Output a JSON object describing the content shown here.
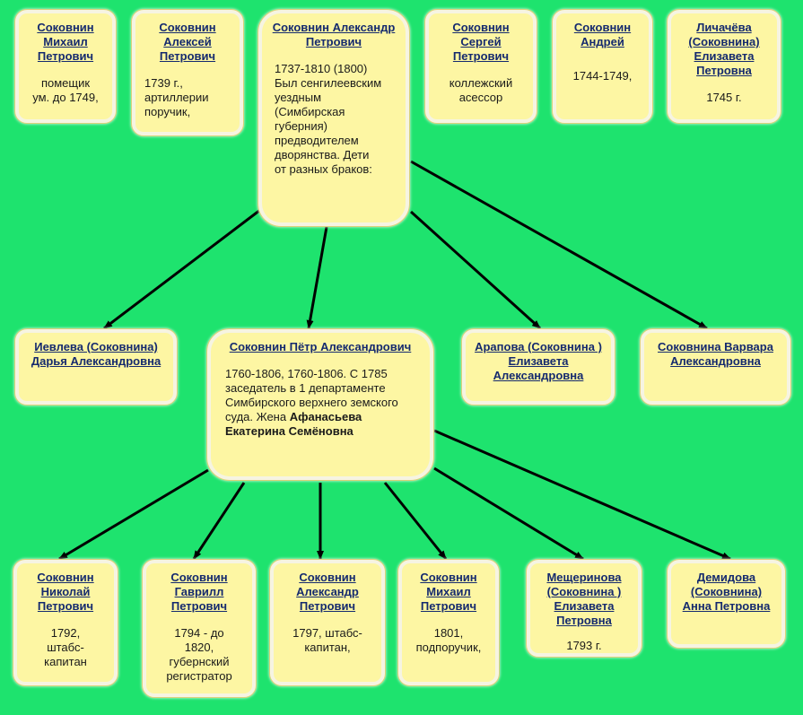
{
  "row1": [
    {
      "name": "Соковнин Михаил Петрович",
      "info": "помещик\nум. до 1749,"
    },
    {
      "name": "Соковнин Алексей Петрович",
      "info": "1739 г.,\nартиллерии\nпоручик,"
    },
    {
      "name": "Соковнин Александр Петрович",
      "info": "1737-1810 (1800)\nБыл сенгилеевским\nуездным\n(Симбирская\nгуберния)\nпредводителем\nдворянства. Дети\nот разных браков:"
    },
    {
      "name": "Соковнин Сергей Петрович",
      "info": "коллежский\nасессор"
    },
    {
      "name": "Соковнин Андрей",
      "info": "1744-1749,"
    },
    {
      "name": "Личачёва (Соковнина) Елизавета Петровна",
      "info": "1745 г."
    }
  ],
  "row2": [
    {
      "name": "Иевлева (Соковнина) Дарья Александровна",
      "info": ""
    },
    {
      "name": "Соковнин Пётр Александрович",
      "info": "1760-1806, 1760-1806. С 1785\nзаседатель в 1 департаменте\nСимбирского верхнего земского\nсуда. Жена ",
      "spouse": "Афанасьева\nЕкатерина Семёновна"
    },
    {
      "name": "Арапова (Соковнина ) Елизавета Александровна",
      "info": ""
    },
    {
      "name": "Соковнина Варвара Александровна",
      "info": ""
    }
  ],
  "row3": [
    {
      "name": "Соковнин Николай Петрович",
      "info": "1792,\nштабс-\nкапитан"
    },
    {
      "name": "Соковнин Гаврилл Петрович",
      "info": "1794 - до\n1820,\nгубернский\nрегистратор"
    },
    {
      "name": "Соковнин Александр Петрович",
      "info": "1797, штабс-\nкапитан,"
    },
    {
      "name": "Соковнин Михаил Петрович",
      "info": "1801,\nподпоручик,"
    },
    {
      "name": "Мещеринова (Соковнина ) Елизавета Петровна",
      "info": "1793 г."
    },
    {
      "name": "Демидова (Соковнина) Анна Петровна",
      "info": ""
    }
  ],
  "colors": {
    "background": "#1ee36e",
    "card": "#fdf6a3",
    "link": "#152a6e",
    "edge": "#000000"
  }
}
